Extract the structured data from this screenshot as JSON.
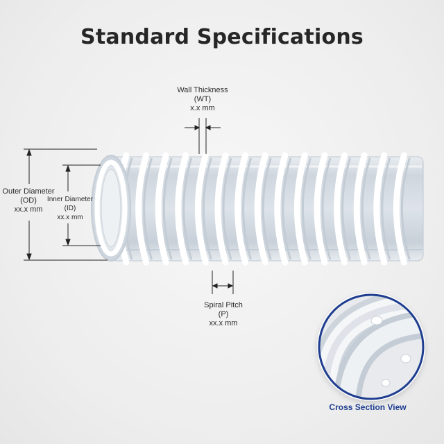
{
  "title": "Standard Specifications",
  "labels": {
    "wall_thickness": {
      "name": "Wall Thickness",
      "abbr": "(WT)",
      "value": "x.x mm"
    },
    "outer_diameter": {
      "name": "Outer Diameter",
      "abbr": "(OD)",
      "value": "xx.x mm"
    },
    "inner_diameter": {
      "name": "Inner Diameter",
      "abbr": "(ID)",
      "value": "xx.x mm"
    },
    "spiral_pitch": {
      "name": "Spiral Pitch",
      "abbr": "(P)",
      "value": "xx.x mm"
    }
  },
  "cross_section": {
    "caption": "Cross Section View"
  },
  "colors": {
    "accent": "#1e3d8f",
    "text": "#262626",
    "hose_clear": "#dfe4ea",
    "spiral": "#ffffff"
  }
}
